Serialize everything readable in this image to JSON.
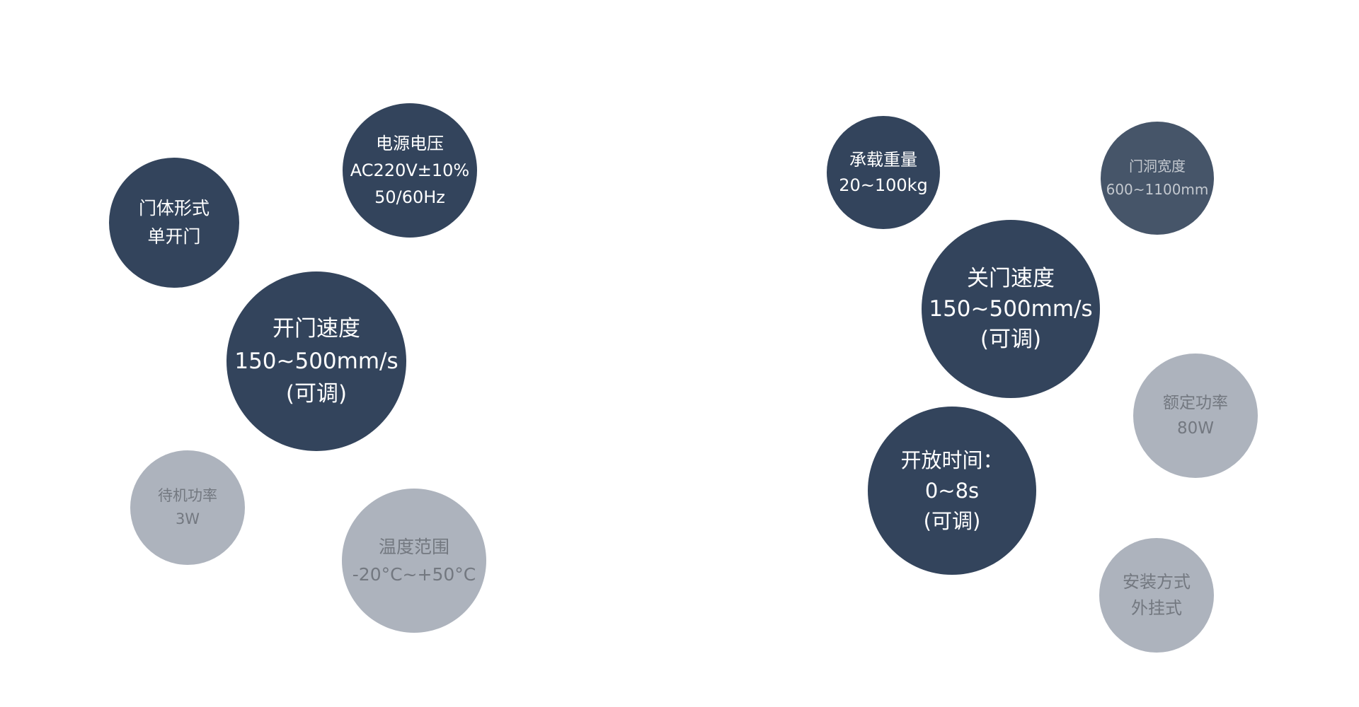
{
  "colors": {
    "dark": "#33445c",
    "mid": "#465569",
    "light": "#adb3bd",
    "light_text": "#737880"
  },
  "left": {
    "door_type": {
      "title": "门体形式",
      "value": "单开门"
    },
    "power_supply": {
      "title": "电源电压",
      "value": "AC220V±10%",
      "extra": "50/60Hz"
    },
    "open_speed": {
      "title": "开门速度",
      "value": "150~500mm/s",
      "note": "(可调)"
    },
    "standby_power": {
      "title": "待机功率",
      "value": "3W"
    },
    "temperature": {
      "title": "温度范围",
      "value": "-20°C~+50°C"
    }
  },
  "right": {
    "load": {
      "title": "承载重量",
      "value": "20~100kg"
    },
    "opening_width": {
      "title": "门洞宽度",
      "value": "600~1100mm"
    },
    "close_speed": {
      "title": "关门速度",
      "value": "150~500mm/s",
      "note": "(可调)"
    },
    "rated_power": {
      "title": "额定功率",
      "value": "80W"
    },
    "open_time": {
      "title": "开放时间：",
      "value": "0~8s",
      "note": "(可调)"
    },
    "install": {
      "title": "安装方式",
      "value": "外挂式"
    }
  }
}
